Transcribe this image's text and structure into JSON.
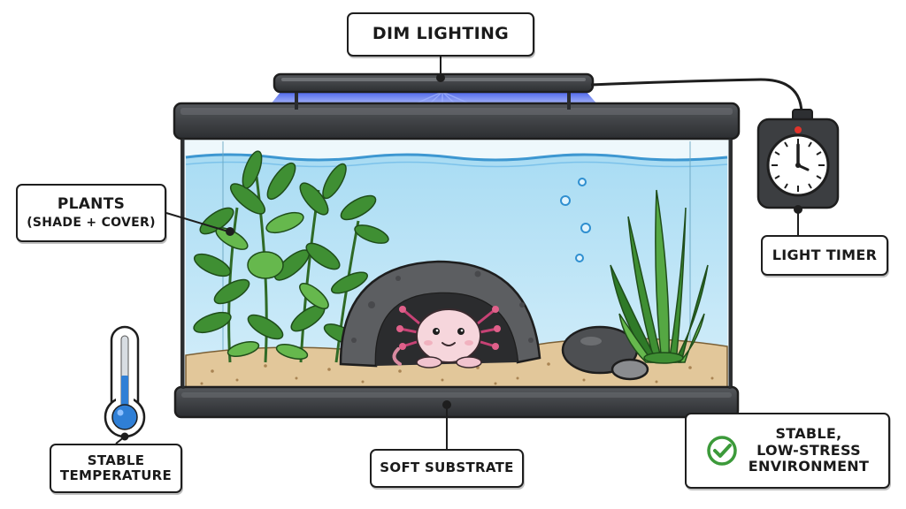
{
  "labels": {
    "dim_lighting": "DIM LIGHTING",
    "plants_title": "PLANTS",
    "plants_subtitle": "(SHADE + COVER)",
    "light_timer": "LIGHT TIMER",
    "stable_temperature_line1": "STABLE",
    "stable_temperature_line2": "TEMPERATURE",
    "soft_substrate": "SOFT SUBSTRATE",
    "environment_line1": "STABLE,",
    "environment_line2": "LOW-STRESS",
    "environment_line3": "ENVIRONMENT"
  },
  "colors": {
    "water": "#bfe3f5",
    "water_surface": "#4aa3d6",
    "tank_frame": "#3b3d40",
    "sand": "#e2c79a",
    "plant_dark": "#2f7a28",
    "plant_light": "#5fb347",
    "cave": "#5c5e61",
    "axolotl": "#f6d6dc",
    "gills": "#e0608a",
    "thermometer_fluid": "#2f7fd6",
    "checkmark": "#3c9a3a",
    "light_glow": "#4a63e8"
  },
  "icons": {
    "tank": "aquarium-tank-icon",
    "light": "led-light-bar-icon",
    "timer": "timer-clock-icon",
    "thermometer": "thermometer-icon",
    "axolotl": "axolotl-icon",
    "cave": "cave-hide-icon",
    "check": "checkmark-circle-icon"
  }
}
